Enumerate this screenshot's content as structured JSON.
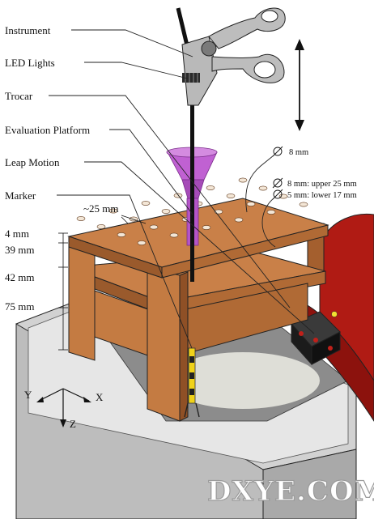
{
  "labels": {
    "instrument": "Instrument",
    "led_lights": "LED Lights",
    "trocar": "Trocar",
    "evaluation_platform": "Evaluation Platform",
    "leap_motion": "Leap Motion",
    "marker": "Marker"
  },
  "dimensions": {
    "spacing": "~25 mm",
    "d1": "4 mm",
    "d2": "39 mm",
    "d3": "42 mm",
    "d4": "75 mm"
  },
  "holes": {
    "single": "8 mm",
    "upper": "8 mm: upper 25 mm",
    "lower": "5 mm: lower 17 mm"
  },
  "axes": {
    "x": "X",
    "y": "Y",
    "z": "Z"
  },
  "watermark": "DXYE.COM",
  "colors": {
    "wood": "#c0773f",
    "wood_dark": "#9a5a2c",
    "trocar": "#b455c8",
    "marker": "#f0d21a",
    "cushion": "#b01b14",
    "box": "#c8c8c8"
  },
  "icons": [
    "double-arrow-icon",
    "axes-icon",
    "diameter-icon"
  ]
}
